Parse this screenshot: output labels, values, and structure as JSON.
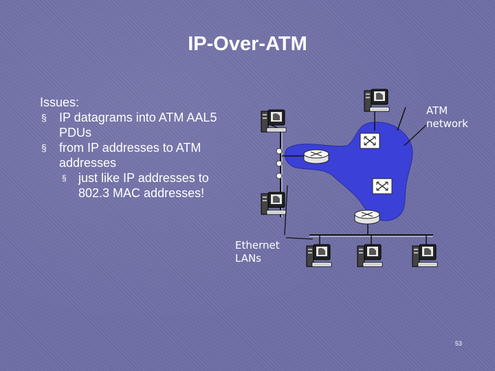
{
  "slide": {
    "title": "IP-Over-ATM",
    "issues_heading": "Issues:",
    "bullets": [
      {
        "text": "IP datagrams into ATM AAL5 PDUs"
      },
      {
        "text": "from IP addresses to ATM addresses"
      }
    ],
    "sub_bullet": "just like IP addresses to 802.3 MAC addresses!",
    "bullet_glyph": "§",
    "page_number": "53"
  },
  "diagram": {
    "atm_network_label": "ATM network",
    "ethernet_lans_label": "Ethernet LANs",
    "colors": {
      "atm_cloud": "#3b40d6",
      "switch_face": "#ffffff",
      "link_line": "#111111"
    }
  }
}
